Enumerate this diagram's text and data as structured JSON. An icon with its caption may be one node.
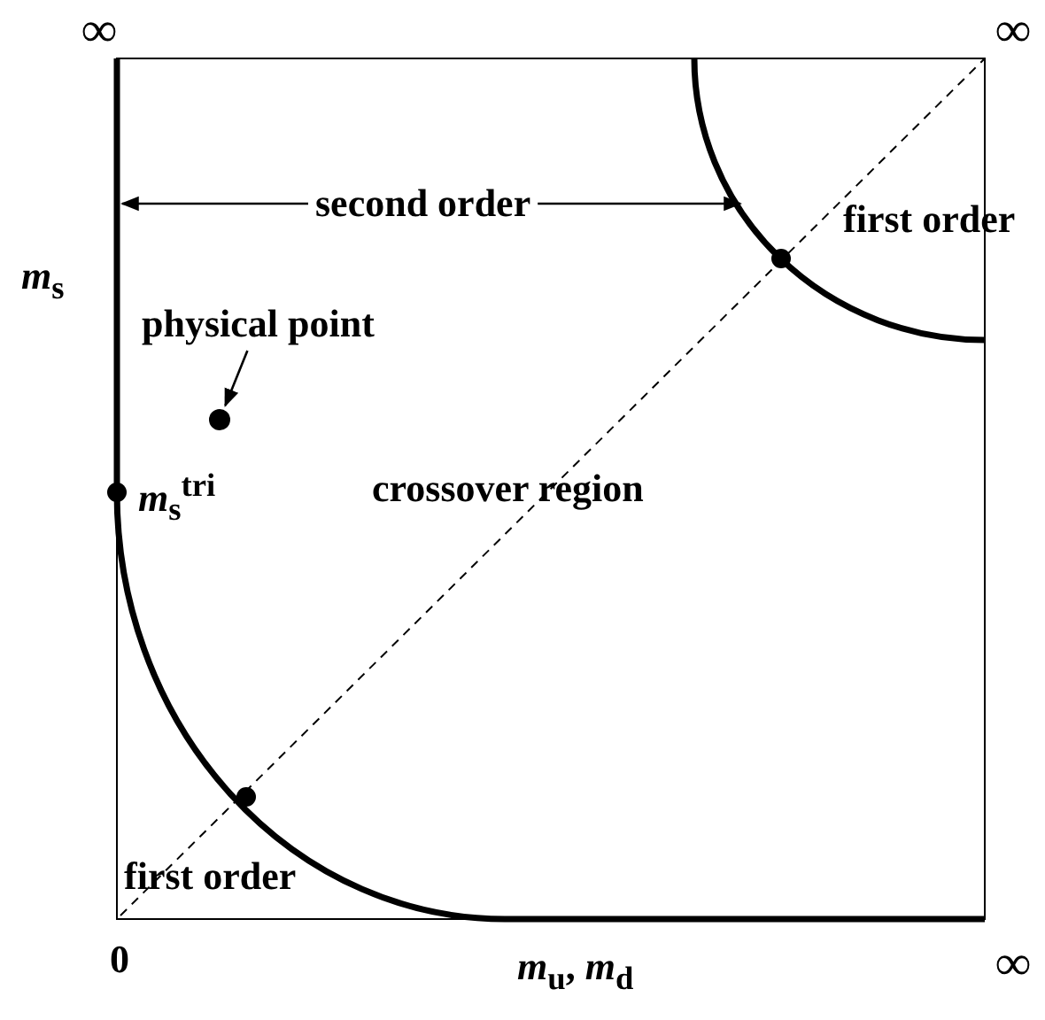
{
  "diagram": {
    "nodes": [
      {
        "text": [
          "physical point"
        ]
      },
      {
        "text": [],
        "shape": "circle"
      },
      {
        "text": [
          "second order"
        ]
      }
    ],
    "edges": [
      {
        "from": 0,
        "to": 1,
        "arrow": "to"
      },
      {
        "from": 2,
        "to": null,
        "arrow": "to"
      },
      {
        "from": 2,
        "to": null,
        "arrow": "to"
      }
    ],
    "labels": [
      "∞",
      "∞",
      "first order",
      "*m*$_{s}$",
      "*m*$_{s}$$^{tri}$",
      "crossover region",
      "first order",
      "0",
      "*m*$_{u}$, *m*$_{d}$",
      "∞"
    ]
  }
}
